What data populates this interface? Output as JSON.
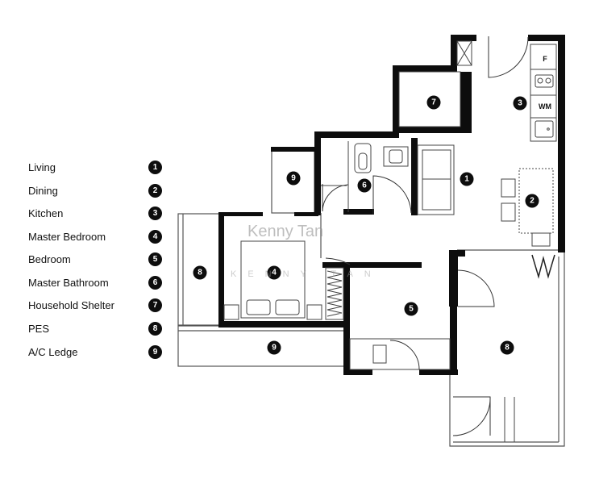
{
  "legend": [
    {
      "label": "Living",
      "number": "1"
    },
    {
      "label": "Dining",
      "number": "2"
    },
    {
      "label": "Kitchen",
      "number": "3"
    },
    {
      "label": "Master Bedroom",
      "number": "4"
    },
    {
      "label": "Bedroom",
      "number": "5"
    },
    {
      "label": "Master Bathroom",
      "number": "6"
    },
    {
      "label": "Household Shelter",
      "number": "7"
    },
    {
      "label": "PES",
      "number": "8"
    },
    {
      "label": "A/C Ledge",
      "number": "9"
    }
  ],
  "appliances": {
    "fridge": "F",
    "washing_machine": "WM"
  },
  "watermark": {
    "main": "Kenny Tan",
    "faint": "KENNY TAN"
  },
  "room_tags": {
    "living": "1",
    "dining": "2",
    "kitchen": "3",
    "master_bedroom": "4",
    "bedroom": "5",
    "master_bathroom": "6",
    "household_shelter": "7",
    "pes_left": "8",
    "pes_right": "8",
    "ac_ledge_top": "9",
    "ac_ledge_bottom": "9"
  },
  "colors": {
    "wall": "#0d0d0d",
    "line": "#444444",
    "badge": "#0d0d0d"
  }
}
